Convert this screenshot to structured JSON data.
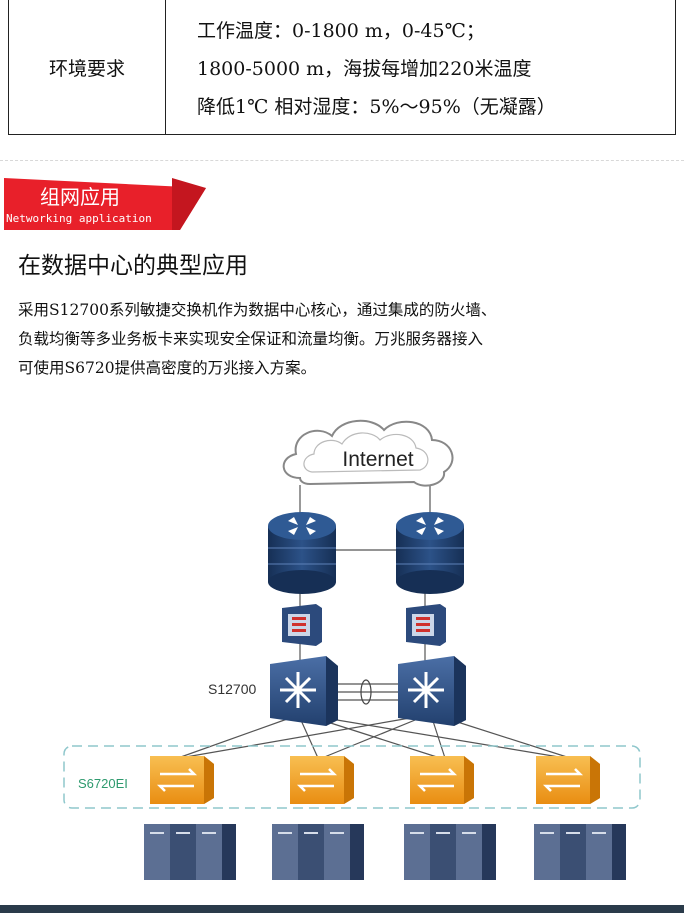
{
  "spec_table": {
    "label": "环境要求",
    "value_lines": [
      "工作温度：0-1800 m，0-45℃；",
      "1800-5000 m，海拔每增加220米温度",
      "降低1℃ 相对湿度：5%～95%（无凝露）"
    ]
  },
  "section_tag": {
    "title": "组网应用",
    "subtitle": "Networking application",
    "color": "#e8202a"
  },
  "heading": "在数据中心的典型应用",
  "paragraph_lines": [
    "采用S12700系列敏捷交换机作为数据中心核心，通过集成的防火墙、",
    "负载均衡等多业务板卡来实现安全保证和流量均衡。万兆服务器接入",
    "可使用S6720提供高密度的万兆接入方案。"
  ],
  "diagram": {
    "cloud_label": "Internet",
    "core_label": "S12700",
    "access_label": "S6720EI",
    "colors": {
      "router": "#1f3f6e",
      "switch": "#2f5286",
      "access_switch": "#f2a020",
      "server": "#3b4f73",
      "access_label": "#2e9a6e",
      "dash_box": "#8fc7cc"
    }
  }
}
